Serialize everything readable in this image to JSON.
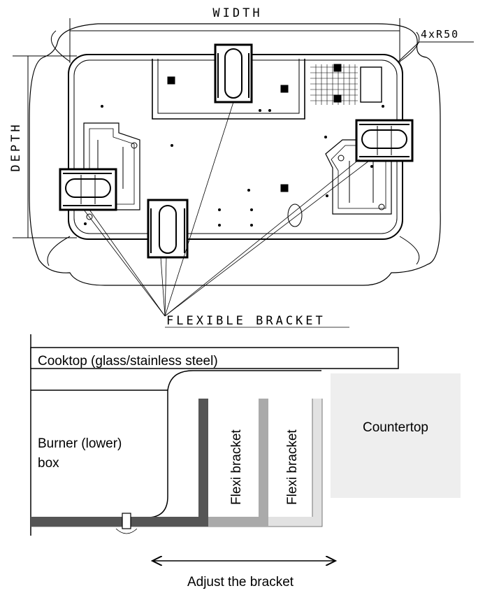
{
  "top": {
    "width_label": "WIDTH",
    "depth_label": "DEPTH",
    "radius_label": "4xR50",
    "flexible_label": "FLEXIBLE BRACKET"
  },
  "bottom": {
    "cooktop_label": "Cooktop (glass/stainless steel)",
    "burner_line1": "Burner (lower)",
    "burner_line2": "box",
    "flexi1_label": "Flexi bracket",
    "flexi2_label": "Flexi bracket",
    "countertop_label": "Countertop",
    "adjust_label": "Adjust the bracket"
  },
  "colors": {
    "ink": "#000000",
    "dark_bracket": "#555555",
    "mid_bracket": "#aaaaaa",
    "light_bracket": "#e2e2e2",
    "countertop": "#eeeeee"
  },
  "icons": [
    "bracket-clip-icon",
    "double-arrow-icon"
  ]
}
